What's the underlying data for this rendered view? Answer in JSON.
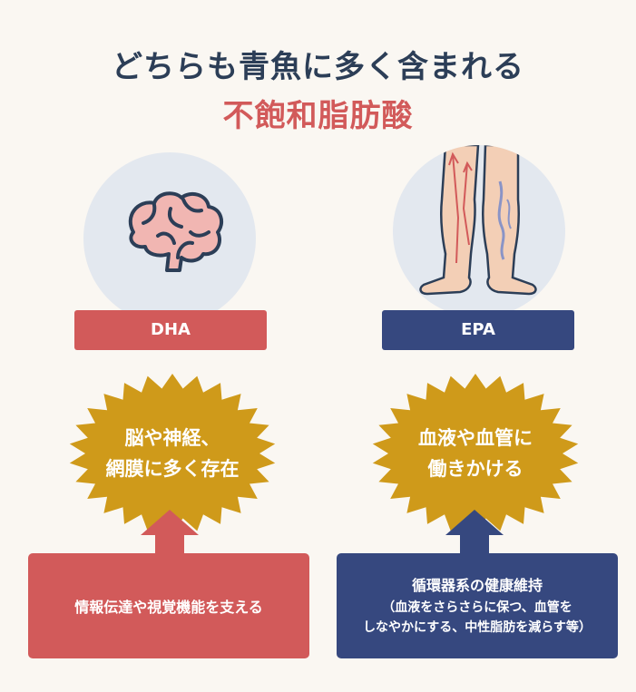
{
  "title": {
    "line1": "どちらも青魚に多く含まれる",
    "line2": "不飽和脂肪酸"
  },
  "left": {
    "label": "DHA",
    "burst_line1": "脳や神経、",
    "burst_line2": "網膜に多く存在",
    "box_text": "情報伝達や視覚機能を支える",
    "icon": "brain-icon",
    "color": "#d25a5a"
  },
  "right": {
    "label": "EPA",
    "burst_line1": "血液や血管に",
    "burst_line2": "働きかける",
    "box_main": "循環器系の健康維持",
    "box_sub1": "（血液をさらさらに保つ、血管を",
    "box_sub2": "しなやかにする、中性脂肪を減らす等）",
    "icon": "legs-icon",
    "color": "#36487f"
  },
  "colors": {
    "burst": "#cf9a1a",
    "circle": "#e3e8ef",
    "title_dark": "#2c3e57",
    "title_red": "#d25a5a"
  }
}
